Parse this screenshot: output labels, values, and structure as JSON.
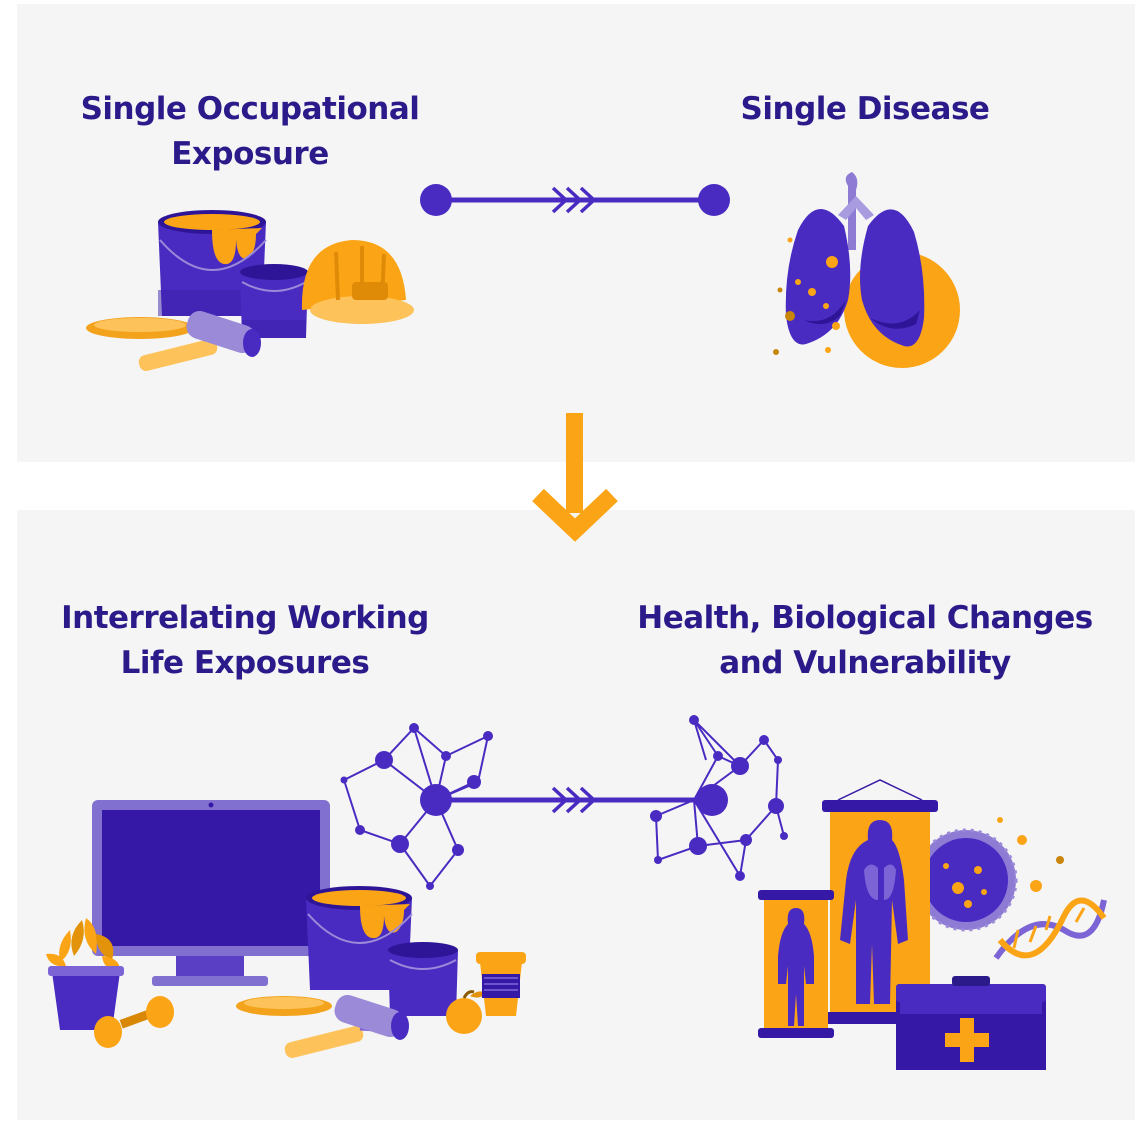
{
  "colors": {
    "purple": "#4a2bc2",
    "purple_dark": "#2e1597",
    "purple_light": "#7c64d6",
    "lavender": "#9a8ad8",
    "orange": "#fba416",
    "orange_light": "#fdc35a",
    "title_text": "#2a1a8a",
    "panel_bg": "#f5f5f5"
  },
  "top_panel": {
    "left_label": [
      "Single Occupational",
      "Exposure"
    ],
    "right_label": [
      "Single Disease"
    ]
  },
  "bottom_panel": {
    "left_label": [
      "Interrelating Working",
      "Life Exposures"
    ],
    "right_label": [
      "Health, Biological Changes",
      "and Vulnerability"
    ]
  },
  "icons": [
    "paint-bucket-icon",
    "paint-can-icon",
    "hard-hat-icon",
    "paint-roller-icon",
    "lungs-icon",
    "connector-arrow-icon",
    "down-arrow-icon",
    "monitor-icon",
    "plant-icon",
    "dumbbell-icon",
    "coffee-cup-icon",
    "apple-icon",
    "network-icon",
    "body-chart-icon",
    "cell-icon",
    "dna-icon",
    "medical-kit-icon"
  ]
}
